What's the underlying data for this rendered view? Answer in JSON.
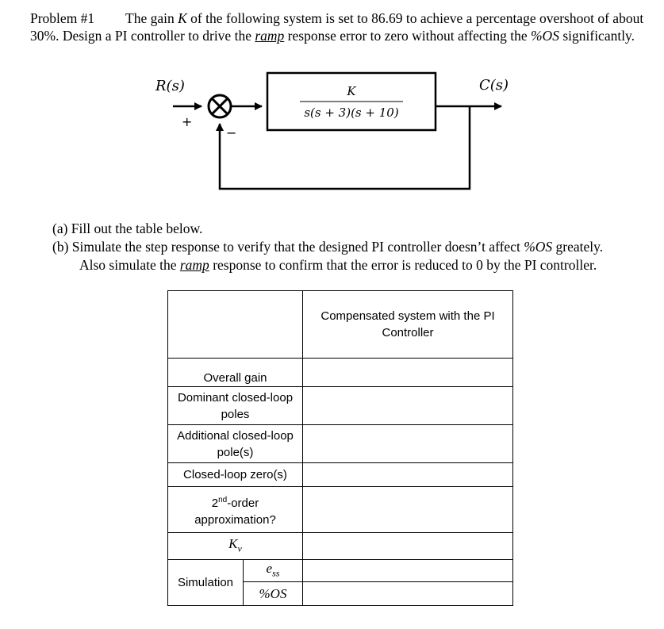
{
  "problem": {
    "label": "Problem #1",
    "text_a": "The gain ",
    "K": "K",
    "text_b": " of the following system is set to 86.69 to achieve a percentage overshoot of about 30%. Design a PI controller to drive the ",
    "ramp": "ramp",
    "text_c": " response error to zero without affecting the ",
    "pos": "%OS",
    "text_d": " significantly."
  },
  "diagram": {
    "input_label": "R(s)",
    "output_label": "C(s)",
    "plus_sign": "+",
    "minus_sign": "−",
    "block_numerator": "K",
    "block_denominator": "s(s + 3)(s + 10)"
  },
  "parts": {
    "a": "(a) Fill out the table below.",
    "b1": "(b) Simulate the step response to verify that the designed PI controller doesn’t affect ",
    "b1_pos": "%OS",
    "b1_end": " greately.",
    "b2_a": "Also simulate the ",
    "b2_ramp": "ramp",
    "b2_b": " response to confirm that the error is reduced to 0 by the PI controller."
  },
  "table": {
    "header_col": "Compensated system with the PI Controller",
    "row_overall_gain": "Overall gain",
    "row_dominant": "Dominant closed-loop poles",
    "row_additional": "Additional closed-loop pole(s)",
    "row_zeros": "Closed-loop zero(s)",
    "row_2nd_pre": "2",
    "row_2nd_sup": "nd",
    "row_2nd_post": "-order approximation?",
    "row_kv": "K",
    "row_kv_sub": "v",
    "row_simulation": "Simulation",
    "row_ess": "e",
    "row_ess_sub": "ss",
    "row_pos": "%OS"
  }
}
